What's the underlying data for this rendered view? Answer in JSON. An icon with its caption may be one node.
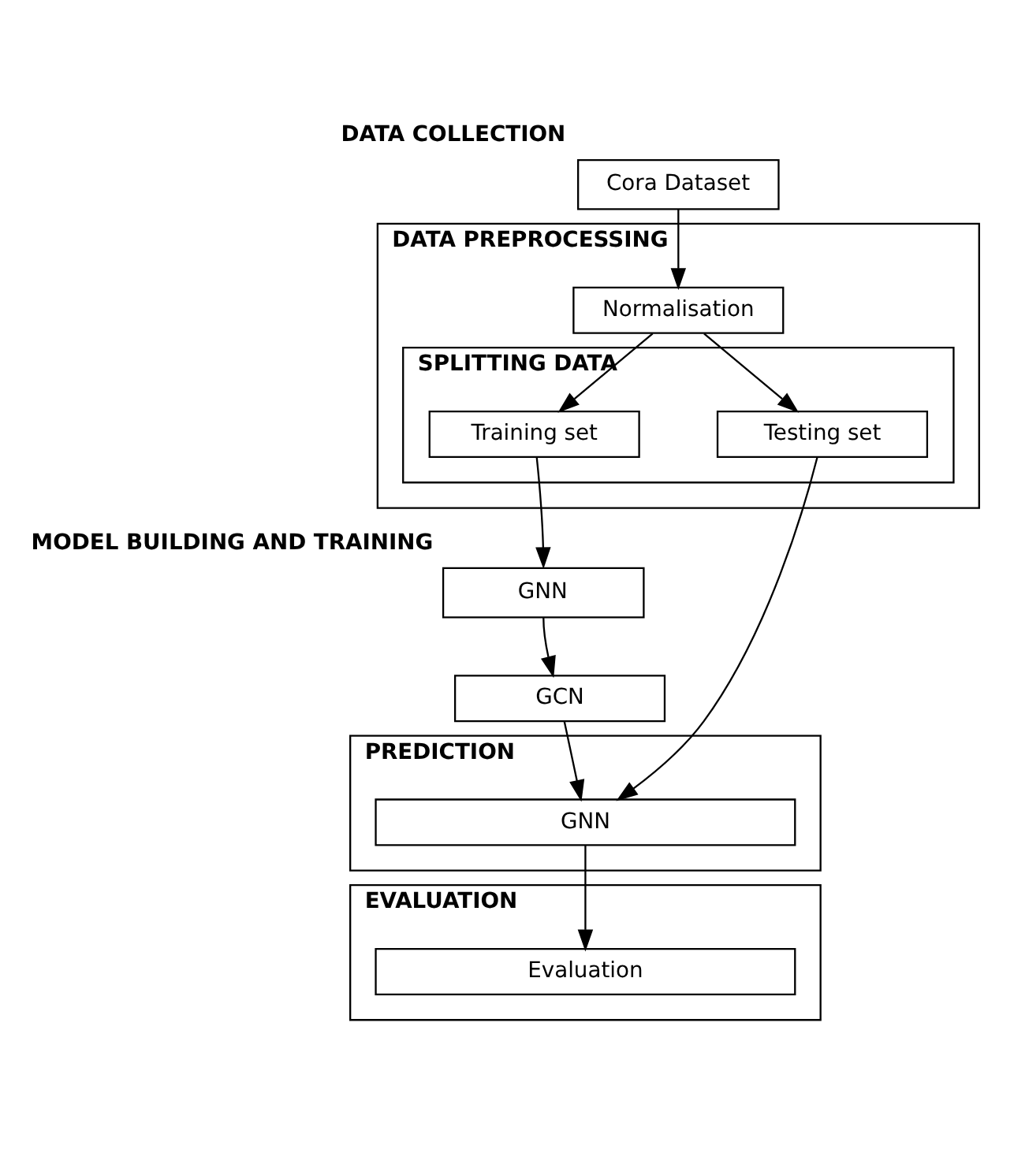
{
  "diagram": {
    "nodes": [
      {
        "text": [
          "Cora Dataset"
        ],
        "beside": [
          "DATA COLLECTION"
        ]
      },
      {
        "text": [
          "DATA PREPROCESSING"
        ]
      },
      {
        "text": [
          "Normalisation"
        ],
        "in": 1
      },
      {
        "text": [
          "SPLITTING DATA"
        ],
        "in": 1
      },
      {
        "text": [
          "Training set"
        ],
        "in": 3
      },
      {
        "text": [
          "Testing set"
        ],
        "in": 3
      },
      {
        "text": [
          "GNN"
        ],
        "beside": [
          "MODEL BUILDING AND TRAINING"
        ]
      },
      {
        "text": [
          "GCN"
        ]
      },
      {
        "text": [
          "PREDICTION"
        ]
      },
      {
        "text": [
          "GNN"
        ],
        "in": 8
      },
      {
        "text": [
          "EVALUATION"
        ]
      },
      {
        "text": [
          "Evaluation"
        ],
        "in": 10
      }
    ],
    "edges": [
      {
        "from": 0,
        "to": 2,
        "arrow": "to"
      },
      {
        "from": 2,
        "to": 4,
        "arrow": "to"
      },
      {
        "from": 2,
        "to": 5,
        "arrow": "to"
      },
      {
        "from": 4,
        "to": 6,
        "arrow": "to"
      },
      {
        "from": 6,
        "to": 7,
        "arrow": "to"
      },
      {
        "from": 7,
        "to": 9,
        "arrow": "to"
      },
      {
        "from": 5,
        "to": 9,
        "arrow": "to"
      },
      {
        "from": 9,
        "to": 11,
        "arrow": "to"
      }
    ]
  }
}
